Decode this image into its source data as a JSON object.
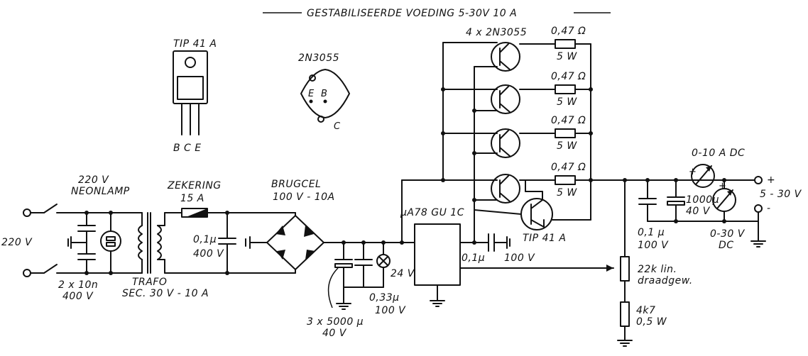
{
  "title": "GESTABILISEERDE  VOEDING  5-30V    10 A",
  "labels": {
    "tip41a_pkg": "TIP 41 A",
    "pins_bce": "B C E",
    "tr2n3055_pkg": "2N3055",
    "pin_e": "E",
    "pin_b": "B",
    "pin_c": "C",
    "transistors": "4 x 2N3055",
    "r1": "0,47 Ω",
    "r1w": "5 W",
    "r2": "0,47 Ω",
    "r2w": "5 W",
    "r3": "0,47 Ω",
    "r3w": "5 W",
    "r4": "0,47 Ω",
    "r4w": "5 W",
    "ammeter": "0-10 A DC",
    "plus": "+",
    "minus": "-",
    "output_range": "5 - 30 V",
    "mains_v": "220 V",
    "neon": "NEONLAMP",
    "mains_in": "220 V",
    "c_mains": "2 x 10n",
    "c_mains_v": "400 V",
    "trafo": "TRAFO",
    "trafo_sec": "SEC. 30 V - 10 A",
    "fuse": "ZEKERING",
    "fuse_val": "15 A",
    "c_sec": "0,1µ",
    "c_sec_v": "400 V",
    "bridge": "BRUGCEL",
    "bridge_val": "100 V - 10A",
    "reg": "µA78 GU 1C",
    "lamp": "24 V",
    "c_filter": "3 x 5000 µ",
    "c_filter_v": "40 V",
    "c_033": "0,33µ",
    "c_033_v": "100 V",
    "c_01": "0,1µ",
    "c_01_v": "100 V",
    "tip41a": "TIP 41 A",
    "c_out1": "0,1 µ",
    "c_out1_v": "100 V",
    "c_out2": "1000µ",
    "c_out2_v": "40 V",
    "voltmeter": "0-30 V",
    "voltmeter_dc": "DC",
    "pot": "22k lin.",
    "pot_type": "draadgew.",
    "r_low": "4k7",
    "r_low_w": "0,5 W"
  }
}
